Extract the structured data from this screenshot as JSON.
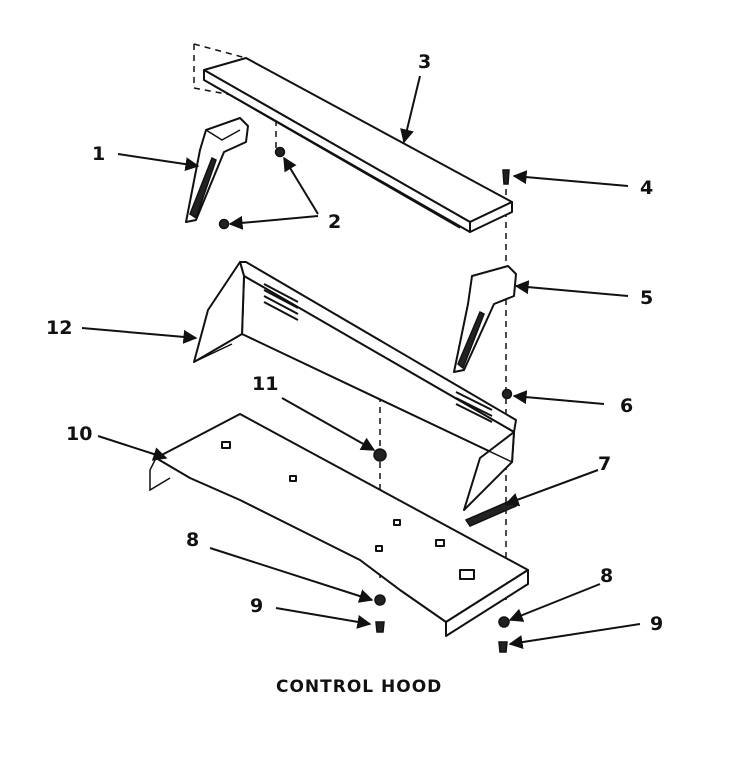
{
  "diagram": {
    "caption": "CONTROL HOOD",
    "callouts": {
      "c1": "1",
      "c2": "2",
      "c3": "3",
      "c4": "4",
      "c5": "5",
      "c6": "6",
      "c7": "7",
      "c8a": "8",
      "c8b": "8",
      "c9a": "9",
      "c9b": "9",
      "c10": "10",
      "c11": "11",
      "c12": "12"
    }
  }
}
